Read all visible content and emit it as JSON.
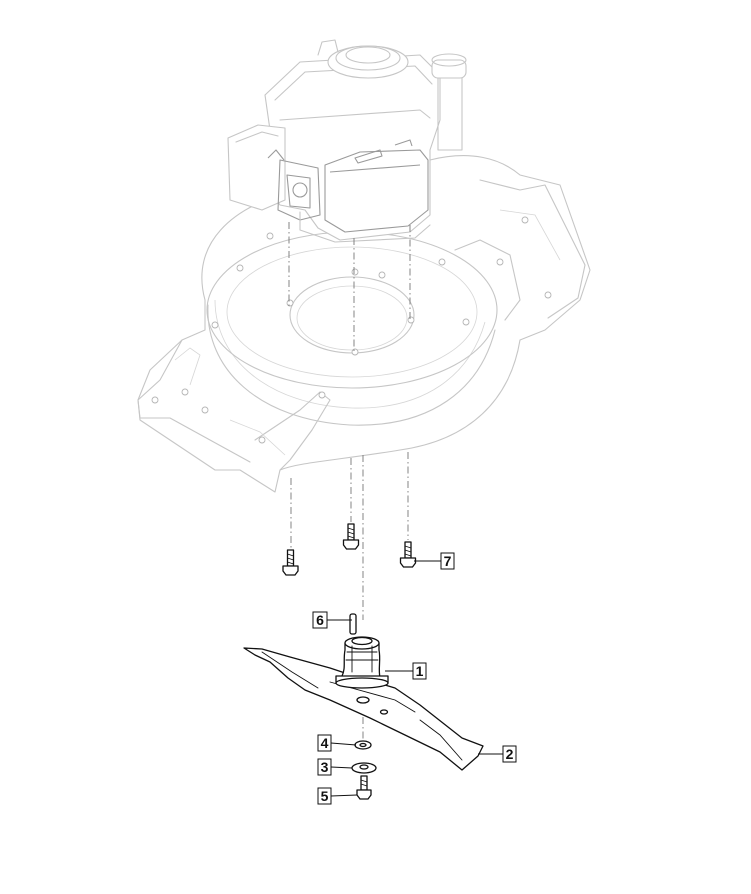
{
  "callouts": [
    {
      "id": "c1",
      "label": "1"
    },
    {
      "id": "c2",
      "label": "2"
    },
    {
      "id": "c3",
      "label": "3"
    },
    {
      "id": "c4",
      "label": "4"
    },
    {
      "id": "c5",
      "label": "5"
    },
    {
      "id": "c6",
      "label": "6"
    },
    {
      "id": "c7",
      "label": "7"
    }
  ],
  "colors": {
    "context_lines": "#c6c6c6",
    "part_lines": "#111111",
    "background": "#ffffff"
  }
}
